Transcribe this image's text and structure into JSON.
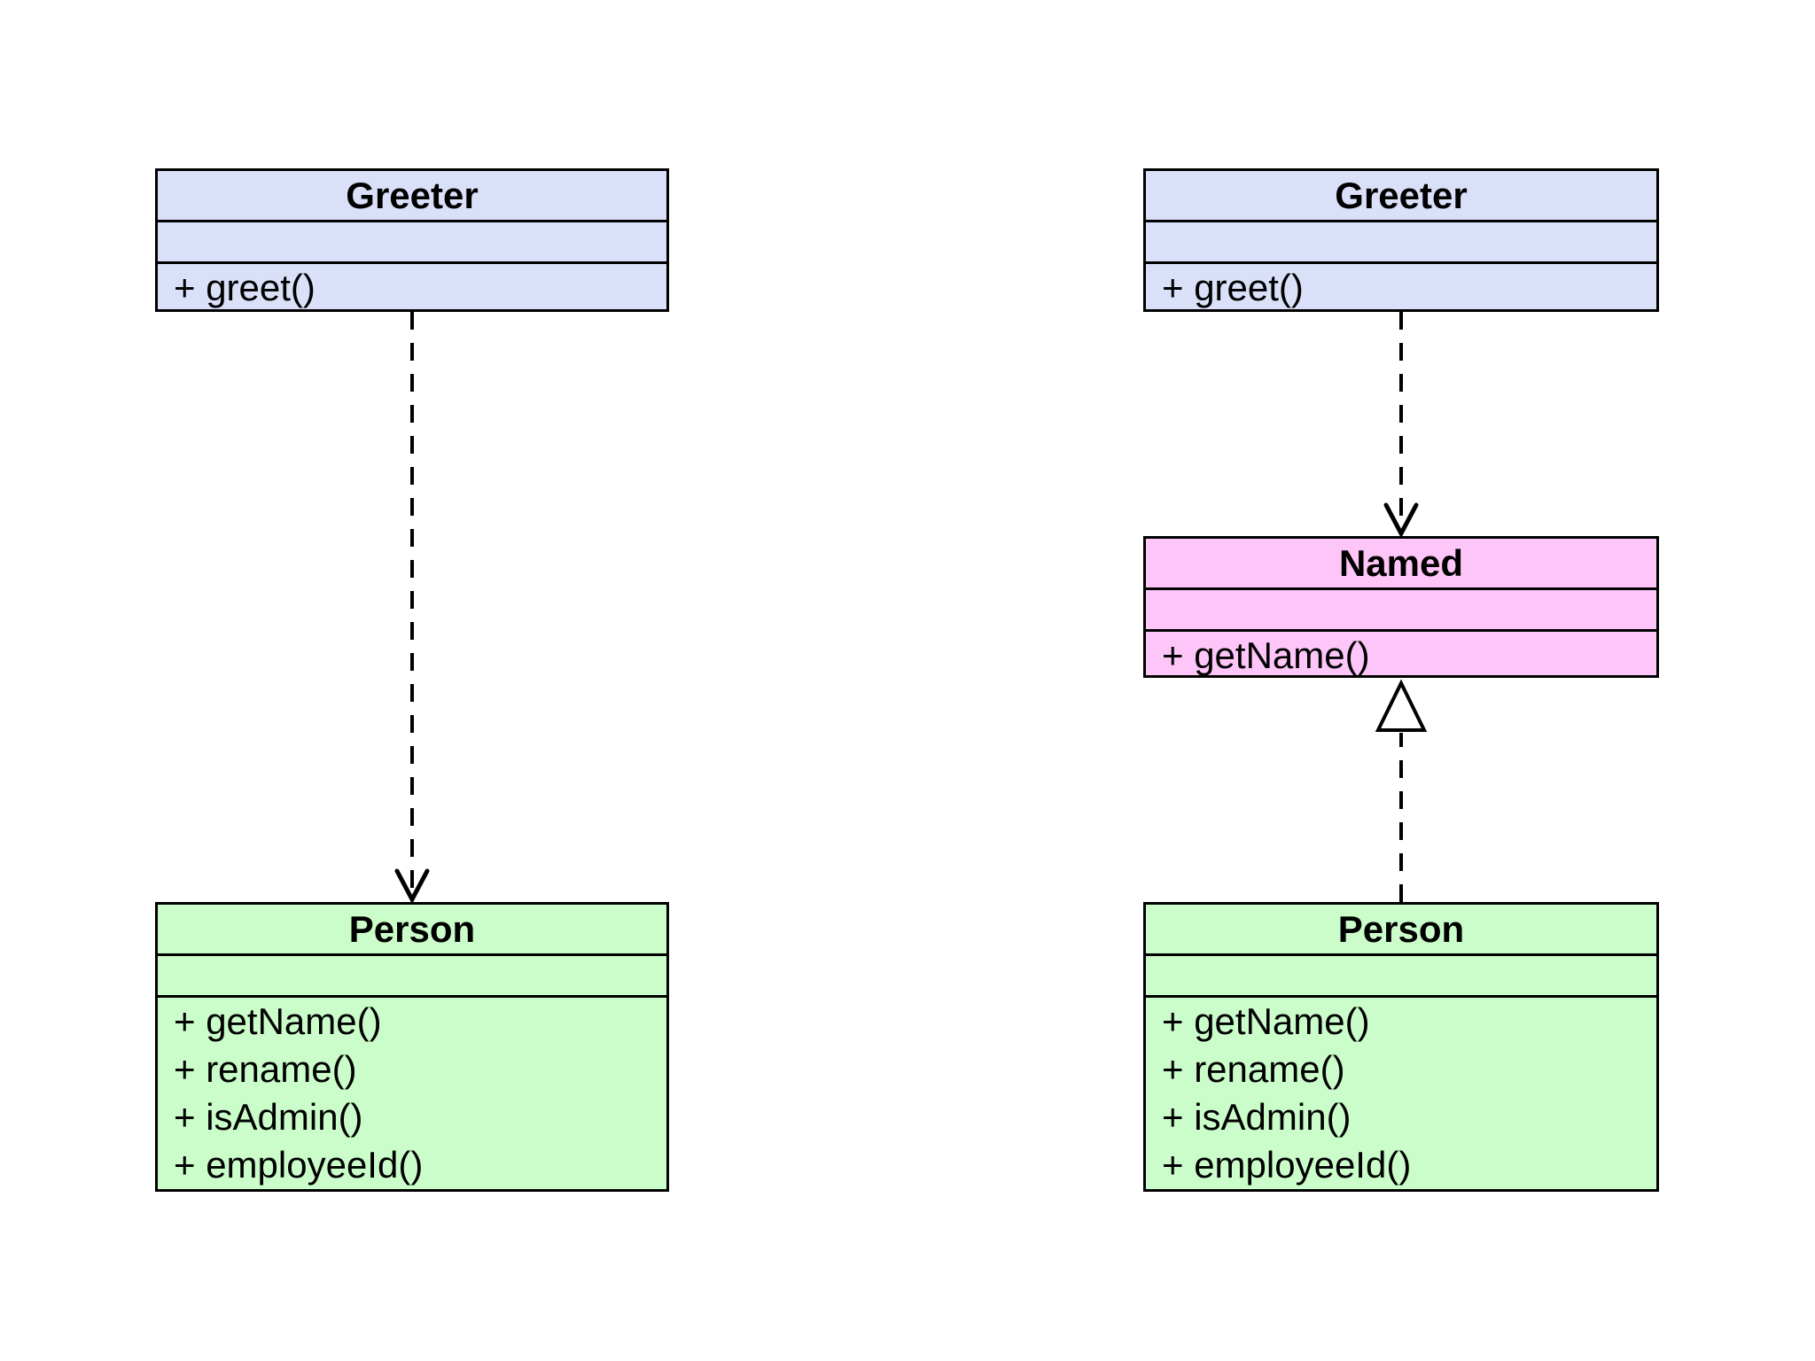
{
  "colors": {
    "class_blue": "#dae0f8",
    "class_green": "#cbfdcb",
    "class_pink": "#fec5f8",
    "line": "#000000",
    "background": "#ffffff"
  },
  "left_diagram": {
    "greeter": {
      "name": "Greeter",
      "attributes": [],
      "methods": [
        "+ greet()"
      ]
    },
    "person": {
      "name": "Person",
      "attributes": [],
      "methods": [
        "+ getName()",
        "+ rename()",
        "+ isAdmin()",
        "+ employeeId()"
      ]
    },
    "relations": [
      {
        "from": "Greeter",
        "to": "Person",
        "type": "dependency",
        "line": "dashed",
        "arrowhead": "open"
      }
    ]
  },
  "right_diagram": {
    "greeter": {
      "name": "Greeter",
      "attributes": [],
      "methods": [
        "+ greet()"
      ]
    },
    "named": {
      "name": "Named",
      "attributes": [],
      "methods": [
        "+ getName()"
      ]
    },
    "person": {
      "name": "Person",
      "attributes": [],
      "methods": [
        "+ getName()",
        "+ rename()",
        "+ isAdmin()",
        "+ employeeId()"
      ]
    },
    "relations": [
      {
        "from": "Greeter",
        "to": "Named",
        "type": "dependency",
        "line": "dashed",
        "arrowhead": "open"
      },
      {
        "from": "Person",
        "to": "Named",
        "type": "realization",
        "line": "dashed",
        "arrowhead": "hollow-triangle"
      }
    ]
  }
}
